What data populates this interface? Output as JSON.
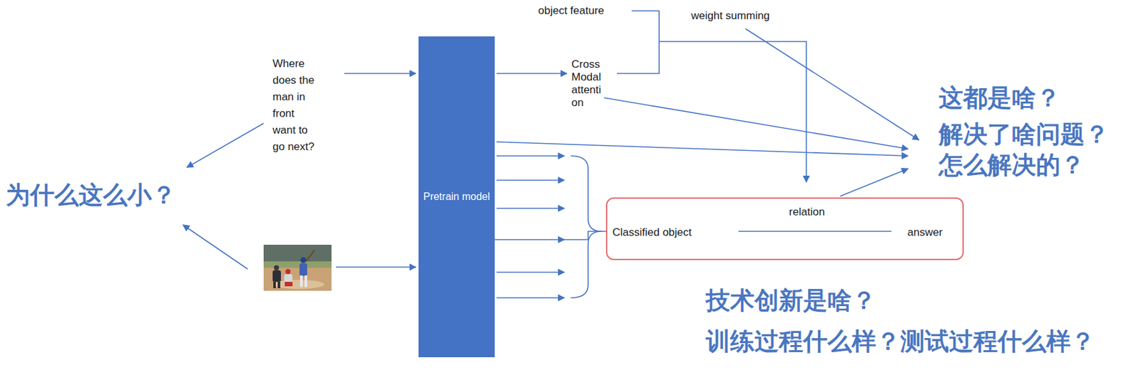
{
  "diagram": {
    "nodes": [
      {
        "text": [
          "Pretrain model"
        ]
      },
      {
        "text": [
          "relation",
          "Classified object",
          "answer"
        ]
      }
    ],
    "edges": [
      {
        "from": 0,
        "to": 1,
        "arrow": "none"
      }
    ],
    "labels": [
      "Where does the man in front want to go next?",
      "object feature",
      "weight summing",
      "Cross Modal attenti on",
      "为什么这么小？",
      "这都是啥？",
      "解决了啥问题？",
      "怎么解决的？",
      "技术创新是啥？",
      "训练过程什么样？测试过程什么样？"
    ]
  }
}
